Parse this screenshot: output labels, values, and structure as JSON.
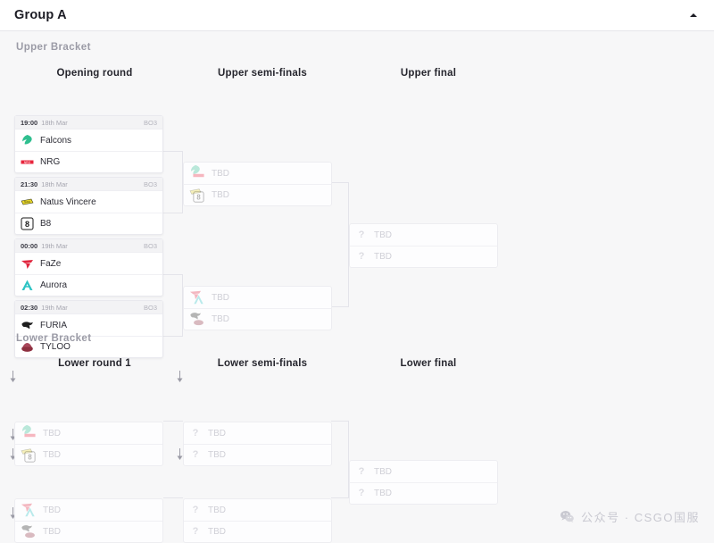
{
  "header": {
    "title": "Group A",
    "collapse_icon": "chevron-up-icon"
  },
  "brackets": {
    "upper_label": "Upper Bracket",
    "lower_label": "Lower Bracket"
  },
  "rounds": {
    "upper": [
      "Opening round",
      "Upper semi-finals",
      "Upper final"
    ],
    "lower": [
      "Lower round 1",
      "Lower semi-finals",
      "Lower final"
    ]
  },
  "labels": {
    "tbd": "TBD",
    "bo3": "BO3",
    "question_icon": "question-mark-icon"
  },
  "upper_opening": [
    {
      "time": "19:00",
      "date": "18th Mar",
      "format": "BO3",
      "teams": [
        {
          "name": "Falcons",
          "logo": "falcons-logo",
          "color": "#2fbf8f"
        },
        {
          "name": "NRG",
          "logo": "nrg-logo",
          "color": "#e8243c"
        }
      ]
    },
    {
      "time": "21:30",
      "date": "18th Mar",
      "format": "BO3",
      "teams": [
        {
          "name": "Natus Vincere",
          "logo": "navi-logo",
          "color": "#e8d72a"
        },
        {
          "name": "B8",
          "logo": "b8-logo",
          "color": "#1a1a1a"
        }
      ]
    },
    {
      "time": "00:00",
      "date": "19th Mar",
      "format": "BO3",
      "teams": [
        {
          "name": "FaZe",
          "logo": "faze-logo",
          "color": "#e0273f"
        },
        {
          "name": "Aurora",
          "logo": "aurora-logo",
          "color": "#2ec4c4"
        }
      ]
    },
    {
      "time": "02:30",
      "date": "19th Mar",
      "format": "BO3",
      "teams": [
        {
          "name": "FURIA",
          "logo": "furia-logo",
          "color": "#1f1f1f"
        },
        {
          "name": "TYLOO",
          "logo": "tyloo-logo",
          "color": "#8e3040"
        }
      ]
    }
  ],
  "upper_semis": [
    {
      "teams": [
        {
          "name": "TBD",
          "logos": [
            "falcons-logo",
            "nrg-logo"
          ],
          "colors": [
            "#2fbf8f",
            "#e8243c"
          ]
        },
        {
          "name": "TBD",
          "logos": [
            "navi-logo",
            "b8-logo"
          ],
          "colors": [
            "#e8d72a",
            "#1a1a1a"
          ]
        }
      ]
    },
    {
      "teams": [
        {
          "name": "TBD",
          "logos": [
            "faze-logo",
            "aurora-logo"
          ],
          "colors": [
            "#e0273f",
            "#2ec4c4"
          ]
        },
        {
          "name": "TBD",
          "logos": [
            "furia-logo",
            "tyloo-logo"
          ],
          "colors": [
            "#1f1f1f",
            "#8e3040"
          ]
        }
      ]
    }
  ],
  "upper_final": {
    "teams": [
      {
        "name": "TBD",
        "logo": "question-mark-icon"
      },
      {
        "name": "TBD",
        "logo": "question-mark-icon"
      }
    ]
  },
  "lower_round1": [
    {
      "teams": [
        {
          "name": "TBD",
          "logos": [
            "falcons-logo",
            "nrg-logo"
          ],
          "colors": [
            "#2fbf8f",
            "#e8243c"
          ]
        },
        {
          "name": "TBD",
          "logos": [
            "navi-logo",
            "b8-logo"
          ],
          "colors": [
            "#e8d72a",
            "#1a1a1a"
          ]
        }
      ]
    },
    {
      "teams": [
        {
          "name": "TBD",
          "logos": [
            "faze-logo",
            "aurora-logo"
          ],
          "colors": [
            "#e0273f",
            "#2ec4c4"
          ]
        },
        {
          "name": "TBD",
          "logos": [
            "furia-logo",
            "tyloo-logo"
          ],
          "colors": [
            "#1f1f1f",
            "#8e3040"
          ]
        }
      ]
    }
  ],
  "lower_semis": [
    {
      "teams": [
        {
          "name": "TBD"
        },
        {
          "name": "TBD"
        }
      ]
    },
    {
      "teams": [
        {
          "name": "TBD"
        },
        {
          "name": "TBD"
        }
      ]
    }
  ],
  "lower_final": {
    "teams": [
      {
        "name": "TBD"
      },
      {
        "name": "TBD"
      }
    ]
  },
  "watermark": {
    "icon": "wechat-icon",
    "text": "公众号 · CSGO国服"
  }
}
